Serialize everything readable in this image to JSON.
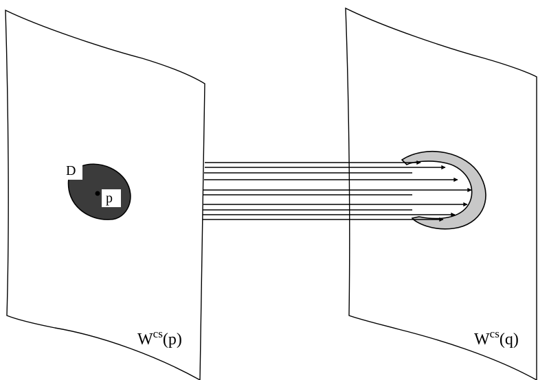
{
  "labels": {
    "disk": "D",
    "point": "p",
    "left_leaf_base": "W",
    "left_leaf_sup": "cs",
    "left_leaf_arg": "(p)",
    "right_leaf_base": "W",
    "right_leaf_sup": "cs",
    "right_leaf_arg": "(q)"
  },
  "colors": {
    "stroke": "#000000",
    "disk_fill": "#3b3b3b",
    "image_ring_fill": "#c8c8c8",
    "leaf_fill": "#ffffff",
    "label_bg": "#ffffff"
  }
}
